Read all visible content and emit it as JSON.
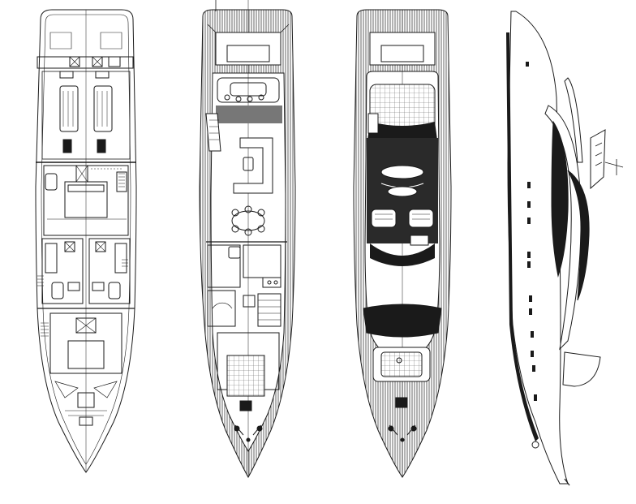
{
  "drawing": {
    "views": [
      {
        "id": "lower-deck",
        "kind": "plan"
      },
      {
        "id": "main-deck",
        "kind": "plan"
      },
      {
        "id": "upper-deck",
        "kind": "plan"
      },
      {
        "id": "profile",
        "kind": "elevation"
      }
    ],
    "colors": {
      "line": "#1a1a1a",
      "deck_fill": "#6e6e6e",
      "dark_fill": "#141414",
      "background": "#ffffff"
    }
  }
}
